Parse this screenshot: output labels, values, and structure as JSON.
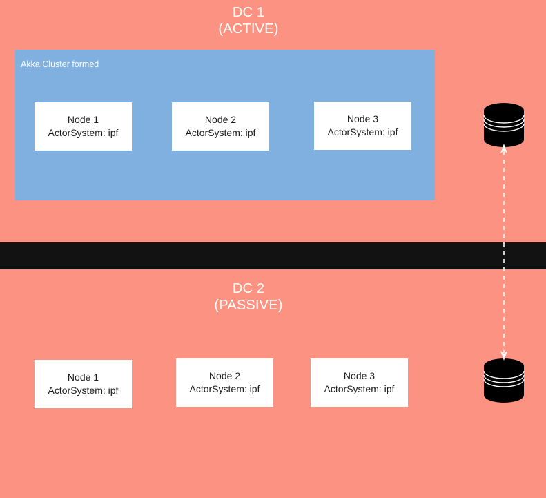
{
  "diagram": {
    "background_color": "#fc9281",
    "divider_color": "#121212",
    "cluster_panel_color": "#7fb0e0",
    "node_box_color": "#ffffff",
    "database_color": "#000000",
    "connector_color": "#ffffff"
  },
  "datacenters": [
    {
      "id": "dc1",
      "name": "DC 1",
      "state": "(ACTIVE)",
      "title": "DC 1\n(ACTIVE)",
      "cluster": {
        "label": "Akka Cluster formed",
        "nodes": [
          {
            "title": "Node 1",
            "detail": "ActorSystem: ipf"
          },
          {
            "title": "Node 2",
            "detail": "ActorSystem: ipf"
          },
          {
            "title": "Node 3",
            "detail": "ActorSystem: ipf"
          }
        ]
      },
      "database": {
        "icon": "database-cylinder-icon"
      }
    },
    {
      "id": "dc2",
      "name": "DC 2",
      "state": "(PASSIVE)",
      "title": "DC 2\n(PASSIVE)",
      "cluster": {
        "label": "",
        "nodes": [
          {
            "title": "Node 1",
            "detail": "ActorSystem: ipf"
          },
          {
            "title": "Node 2",
            "detail": "ActorSystem: ipf"
          },
          {
            "title": "Node 3",
            "detail": "ActorSystem: ipf"
          }
        ]
      },
      "database": {
        "icon": "database-cylinder-icon"
      }
    }
  ],
  "connector": {
    "name": "replication-link",
    "style": "dashed",
    "arrow_heads": "both",
    "icon": "dashed-double-arrow-icon"
  }
}
